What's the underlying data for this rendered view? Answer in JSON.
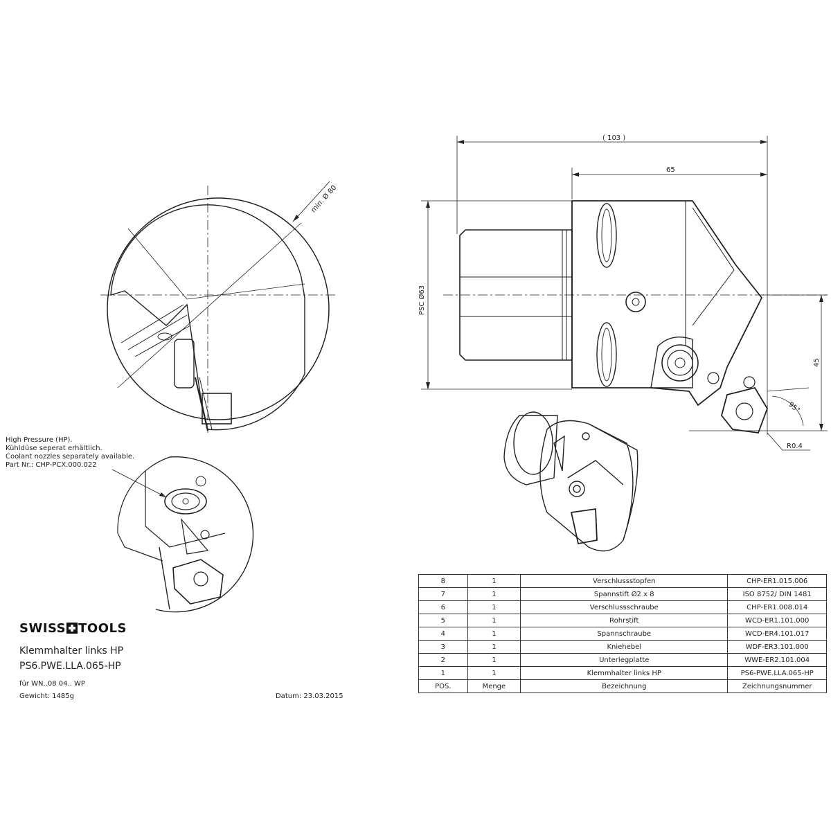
{
  "brand": {
    "name_left": "SWISS",
    "name_right": "TOOLS"
  },
  "title": {
    "line1": "Klemmhalter links HP",
    "line2": "PS6.PWE.LLA.065-HP",
    "for": "für WN..08 04.. WP",
    "weight": "Gewicht: 1485g",
    "date": "Datum: 23.03.2015"
  },
  "note": {
    "line1": "High Pressure (HP).",
    "line2": "Kühldüse seperat erhältlich.",
    "line3": "Coolant nozzles separately available.",
    "line4": "Part Nr.: CHP-PCX.000.022"
  },
  "dimensions": {
    "d103": "( 103 )",
    "d65": "65",
    "psc": "PSC Ø63",
    "d45": "45",
    "angle": "95°",
    "radius": "R0.4",
    "min_dia": "min. Ø 80"
  },
  "parts_table": {
    "header": {
      "pos": "POS.",
      "qty": "Menge",
      "name": "Bezeichnung",
      "number": "Zeichnungsnummer"
    },
    "rows": [
      {
        "pos": "8",
        "qty": "1",
        "name": "Verschlussstopfen",
        "number": "CHP-ER1.015.006"
      },
      {
        "pos": "7",
        "qty": "1",
        "name": "Spannstift Ø2 x 8",
        "number": "ISO 8752/ DIN 1481"
      },
      {
        "pos": "6",
        "qty": "1",
        "name": "Verschlussschraube",
        "number": "CHP-ER1.008.014"
      },
      {
        "pos": "5",
        "qty": "1",
        "name": "Rohrstift",
        "number": "WCD-ER1.101.000"
      },
      {
        "pos": "4",
        "qty": "1",
        "name": "Spannschraube",
        "number": "WCD-ER4.101.017"
      },
      {
        "pos": "3",
        "qty": "1",
        "name": "Kniehebel",
        "number": "WDF-ER3.101.000"
      },
      {
        "pos": "2",
        "qty": "1",
        "name": "Unterlegplatte",
        "number": "WWE-ER2.101.004"
      },
      {
        "pos": "1",
        "qty": "1",
        "name": "Klemmhalter links HP",
        "number": "PS6-PWE.LLA.065-HP"
      }
    ]
  }
}
